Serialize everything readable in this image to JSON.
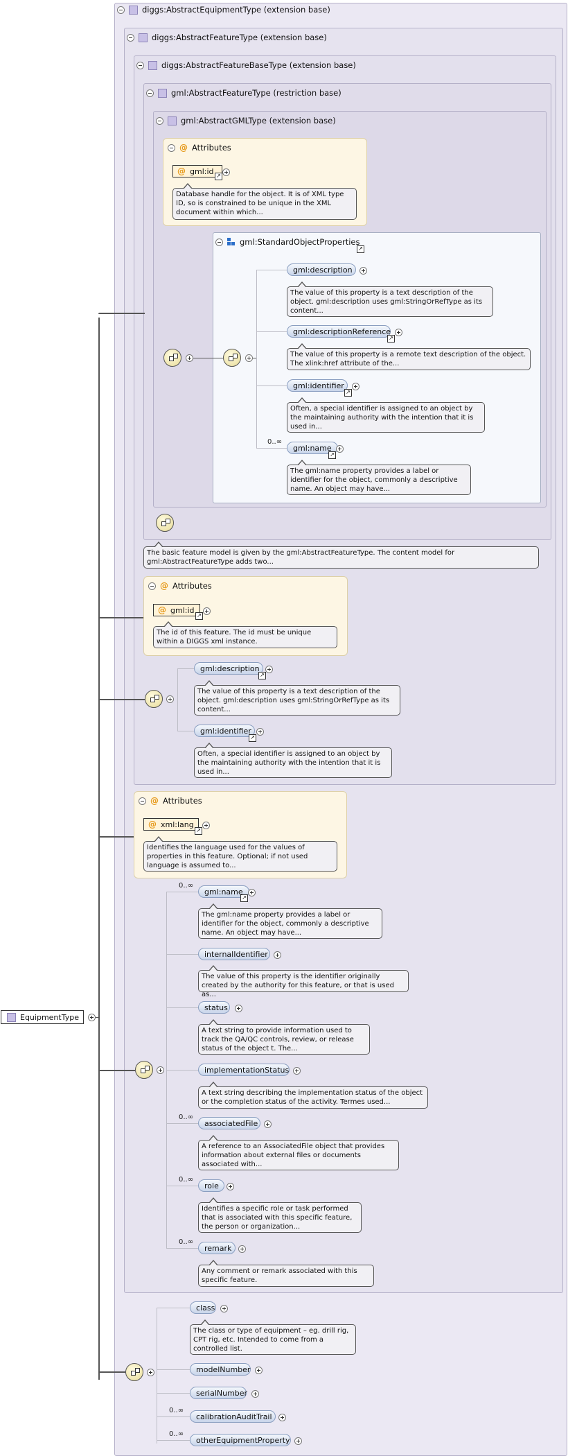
{
  "root": {
    "label": "EquipmentType"
  },
  "boxes": {
    "abstract_equipment": "diggs:AbstractEquipmentType (extension base)",
    "abstract_feature": "diggs:AbstractFeatureType (extension base)",
    "abstract_feature_base": "diggs:AbstractFeatureBaseType (extension base)",
    "gml_abstract_feature": "gml:AbstractFeatureType (restriction base)",
    "gml_abstract_gml": "gml:AbstractGMLType (extension base)"
  },
  "attr_gml": {
    "title": "Attributes",
    "attr": "gml:id",
    "note": "Database handle for the object. It is of XML type ID, so is constrained to be unique in the XML document within which..."
  },
  "std_props": {
    "title": "gml:StandardObjectProperties",
    "items": [
      {
        "label": "gml:description",
        "mult": "",
        "note": "The value of this property is a text description of the object. gml:description uses gml:StringOrRefType as its content..."
      },
      {
        "label": "gml:descriptionReference",
        "mult": "",
        "note": "The value of this property is a remote text description of the object. The xlink:href attribute of the..."
      },
      {
        "label": "gml:identifier",
        "mult": "",
        "note": "Often, a special identifier is assigned to an object by the maintaining authority with the intention that it is used in..."
      },
      {
        "label": "gml:name",
        "mult": "0..∞",
        "note": "The gml:name property provides a label or identifier for the object, commonly a descriptive name. An object may have..."
      }
    ]
  },
  "feature_note": "The basic feature model is given by the gml:AbstractFeatureType. The content model for gml:AbstractFeatureType adds two...",
  "attr_feature": {
    "title": "Attributes",
    "attr": "gml:id",
    "note": "The id of this feature. The id must be unique within a DIGGS xml instance."
  },
  "base_items": [
    {
      "label": "gml:description",
      "note": "The value of this property is a text description of the object. gml:description uses gml:StringOrRefType as its content..."
    },
    {
      "label": "gml:identifier",
      "note": "Often, a special identifier is assigned to an object by the maintaining authority with the intention that it is used in..."
    }
  ],
  "attr_lang": {
    "title": "Attributes",
    "attr": "xml:lang",
    "note": "Identifies the language used for the values of properties in this feature. Optional; if not used language is assumed to..."
  },
  "feature_items": [
    {
      "label": "gml:name",
      "mult": "0..∞",
      "note": "The gml:name property provides a label or identifier for the object, commonly a descriptive name. An object may have..."
    },
    {
      "label": "internalIdentifier",
      "mult": "",
      "note": "The value of this property is the identifier originally created by the authority for this feature, or that is used as..."
    },
    {
      "label": "status",
      "mult": "",
      "note": "A text string to provide information used to track the QA/QC controls, review, or release status of the object t. The..."
    },
    {
      "label": "implementationStatus",
      "mult": "",
      "note": "A text string describing the implementation status of the object or the completion status of the activity. Termes used..."
    },
    {
      "label": "associatedFile",
      "mult": "0..∞",
      "note": "A reference to an AssociatedFile object that provides information about external files or documents associated with..."
    },
    {
      "label": "role",
      "mult": "0..∞",
      "note": "Identifies a specific role or task performed that is associated with this specific feature, the person or organization..."
    },
    {
      "label": "remark",
      "mult": "0..∞",
      "note": "Any comment or remark associated with this specific feature."
    }
  ],
  "equipment_items": [
    {
      "label": "class",
      "mult": "",
      "note": "The class or type of equipment – eg. drill rig, CPT rig, etc. Intended to come from a controlled list."
    },
    {
      "label": "modelNumber",
      "mult": ""
    },
    {
      "label": "serialNumber",
      "mult": ""
    },
    {
      "label": "calibrationAuditTrail",
      "mult": "0..∞"
    },
    {
      "label": "otherEquipmentProperty",
      "mult": "0..∞"
    }
  ]
}
